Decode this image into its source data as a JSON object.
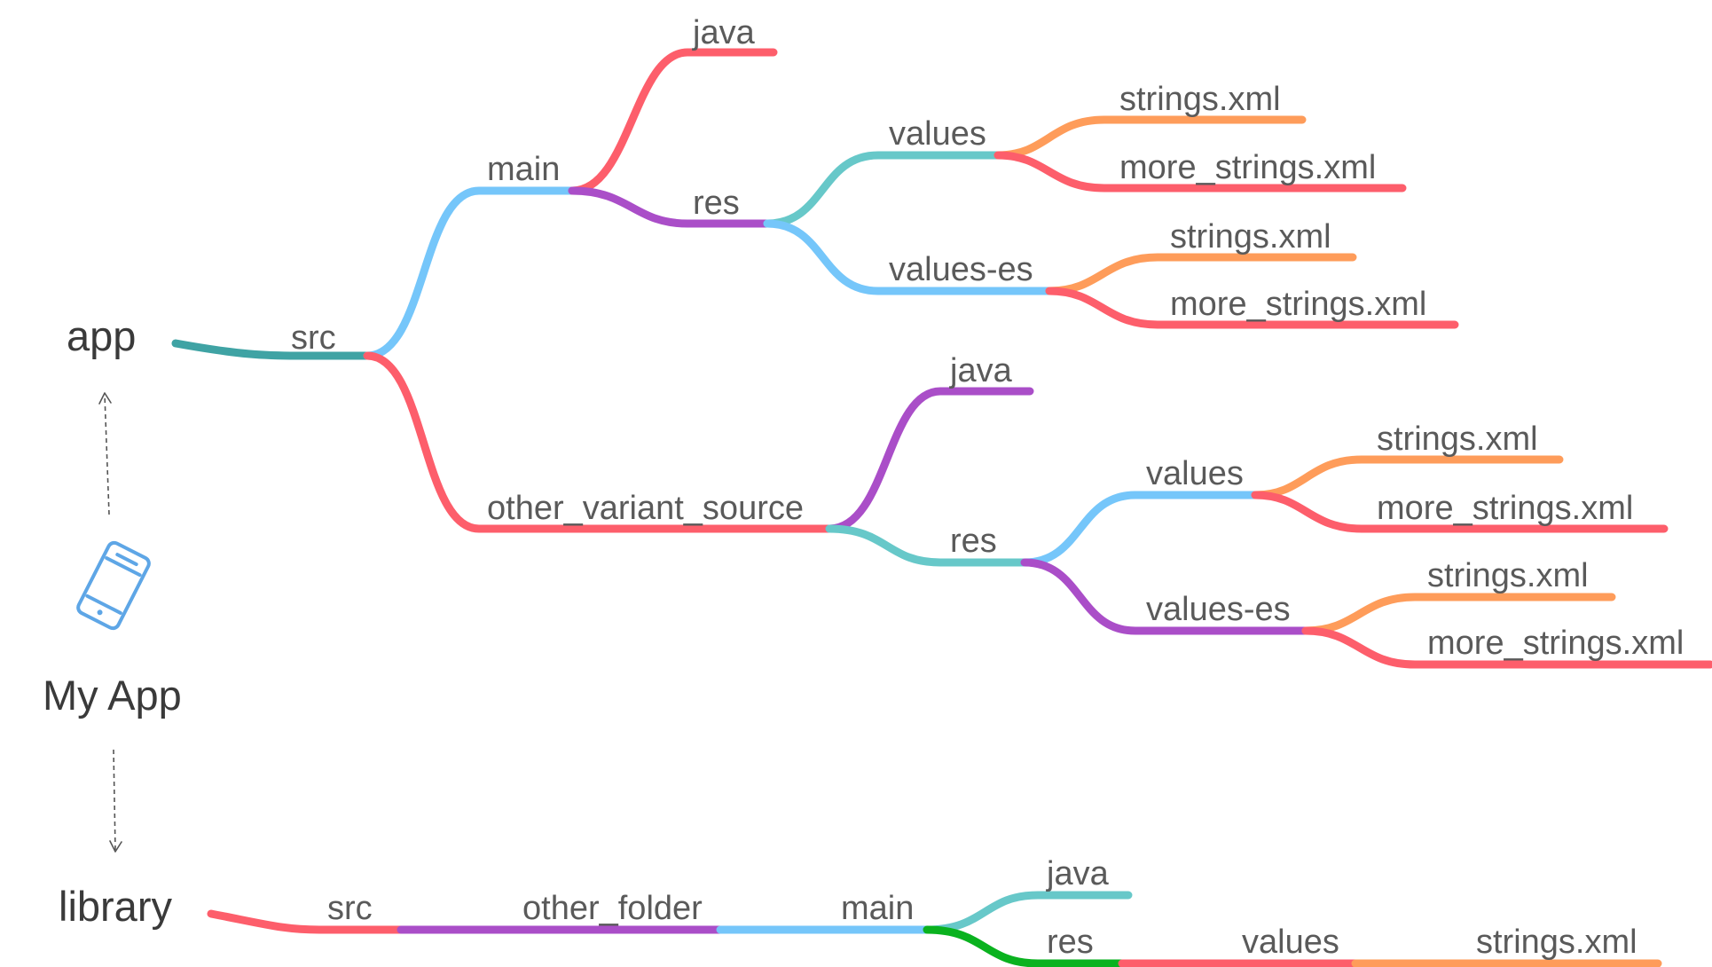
{
  "roots": {
    "app": "app",
    "library": "library",
    "center": "My App"
  },
  "icons": {
    "center": "smartphone-icon"
  },
  "colors": {
    "red": "#fd5e6b",
    "blue": "#75c6fa",
    "purple": "#aa4ec8",
    "teal": "#67c8c9",
    "orange": "#fe9c5a",
    "green": "#0ab21f",
    "dark_teal": "#3fa3a4",
    "icon": "#5ea6e6"
  },
  "tree": {
    "app": {
      "src": "src",
      "main": "main",
      "main_java": "java",
      "main_res": "res",
      "main_values": "values",
      "main_values_strings": "strings.xml",
      "main_values_more": "more_strings.xml",
      "main_values_es": "values-es",
      "main_values_es_strings": "strings.xml",
      "main_values_es_more": "more_strings.xml",
      "variant": "other_variant_source",
      "variant_java": "java",
      "variant_res": "res",
      "variant_values": "values",
      "variant_values_strings": "strings.xml",
      "variant_values_more": "more_strings.xml",
      "variant_values_es": "values-es",
      "variant_values_es_strings": "strings.xml",
      "variant_values_es_more": "more_strings.xml"
    },
    "library": {
      "src": "src",
      "other_folder": "other_folder",
      "main": "main",
      "java": "java",
      "res": "res",
      "values": "values",
      "strings": "strings.xml"
    }
  }
}
